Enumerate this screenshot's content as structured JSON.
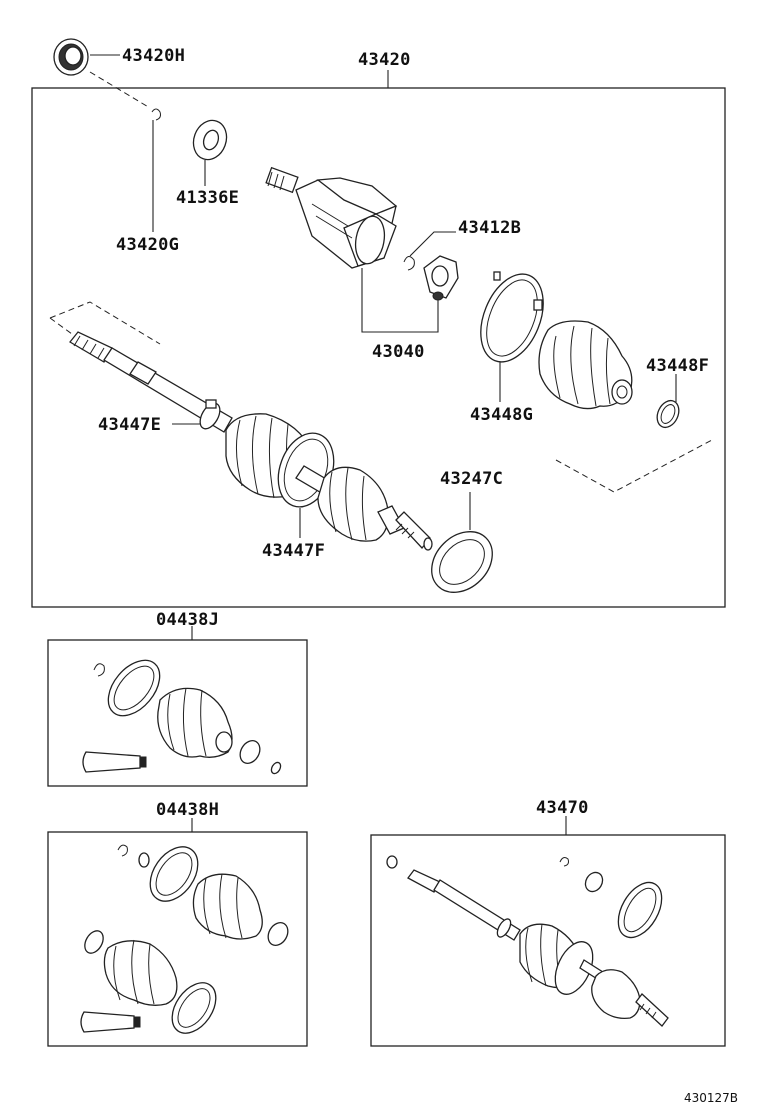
{
  "labels": {
    "p43420H": "43420H",
    "p43420": "43420",
    "p41336E": "41336E",
    "p43420G": "43420G",
    "p43412B": "43412B",
    "p43040": "43040",
    "p43448F": "43448F",
    "p43448G": "43448G",
    "p43447E": "43447E",
    "p43247C": "43247C",
    "p43447F": "43447F",
    "p04438J": "04438J",
    "p04438H": "04438H",
    "p43470": "43470"
  },
  "footer": {
    "diagram_code": "430127B"
  },
  "colors": {
    "line": "#222222",
    "background": "#ffffff"
  }
}
